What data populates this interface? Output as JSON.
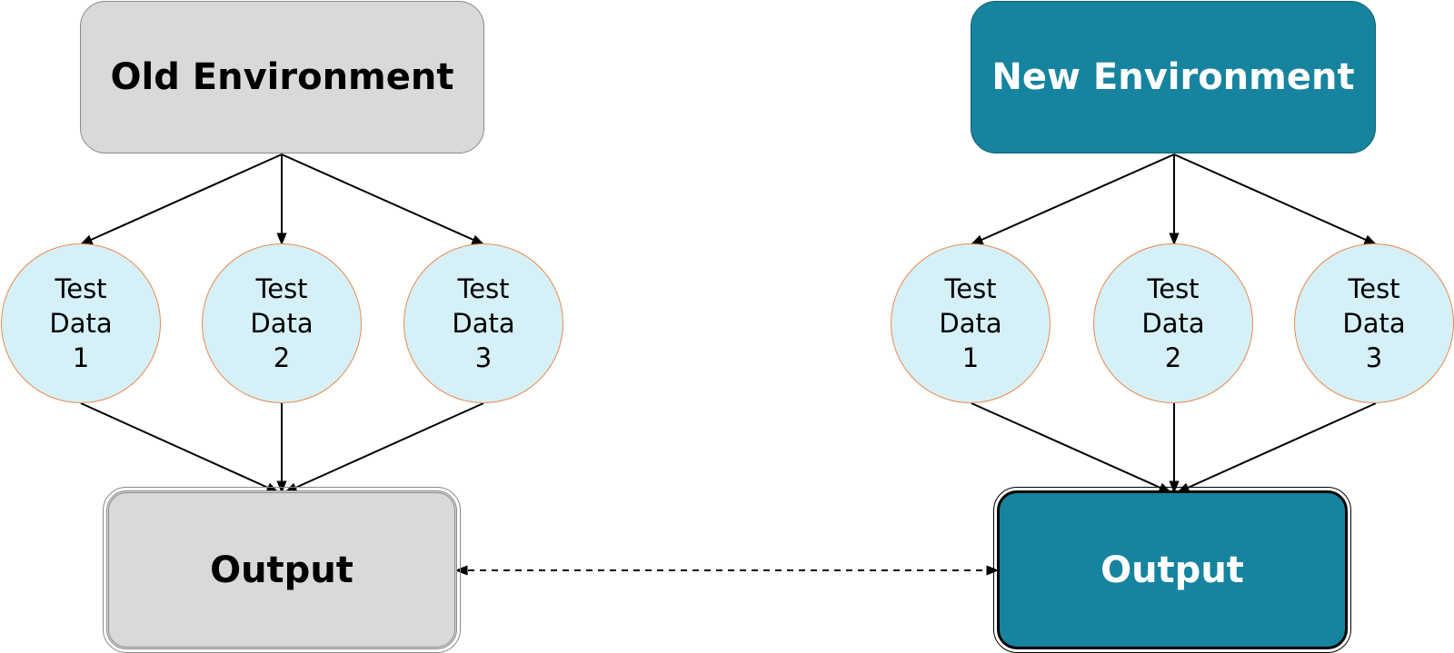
{
  "old_env": {
    "title": "Old Environment",
    "output": "Output"
  },
  "new_env": {
    "title": "New Environment",
    "output": "Output"
  },
  "test_data": [
    {
      "label": "Test\nData\n1"
    },
    {
      "label": "Test\nData\n2"
    },
    {
      "label": "Test\nData\n3"
    }
  ],
  "colors": {
    "old_fill": "#d9d9d9",
    "new_fill": "#17849f",
    "circle_fill": "#d6f0f7",
    "circle_border": "#ea8a4e"
  }
}
